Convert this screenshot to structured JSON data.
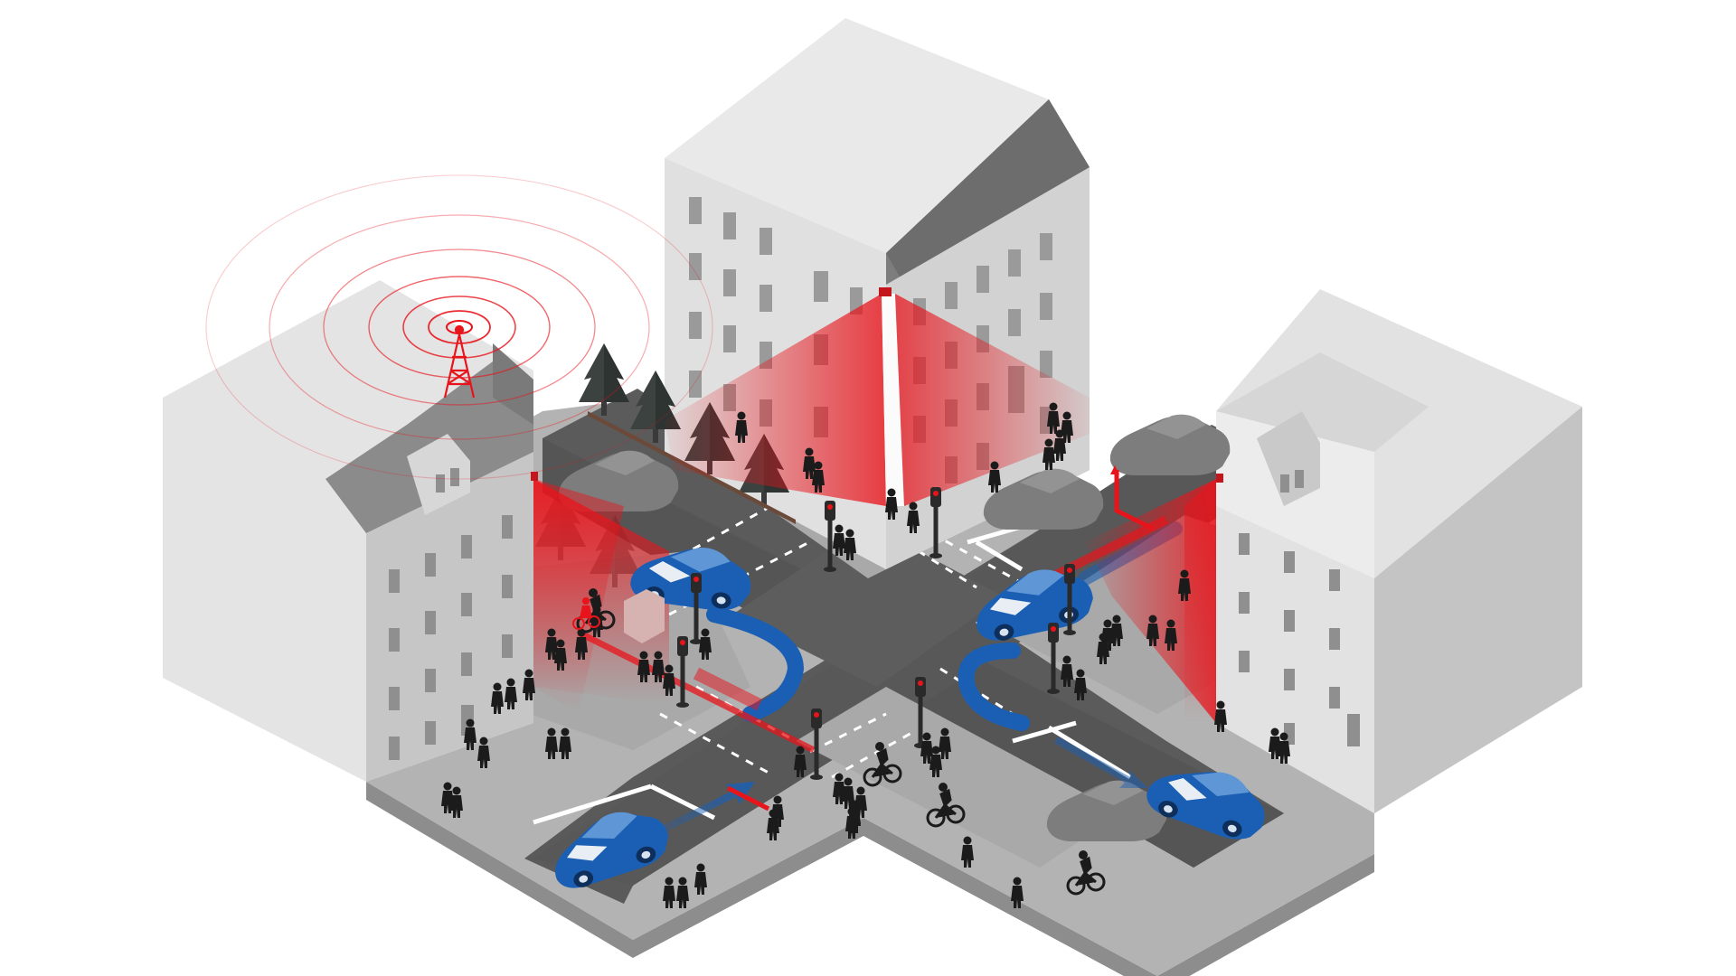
{
  "scene": {
    "kind": "isometric smart-intersection illustration",
    "colors": {
      "background": "#ffffff",
      "road": "#5b5b5b",
      "road_marking": "#ffffff",
      "sidewalk": "#a9a9a9",
      "building_light": "#e3e3e3",
      "building_mid": "#c8c8c8",
      "building_dark": "#8b8b8b",
      "sensor_red": "#e8141b",
      "vehicle_blue": "#1a5fb4",
      "path_blue": "#1a5fb4",
      "tree": "#3b3b3b",
      "people": "#1b1b1b"
    },
    "elements": {
      "antenna": "radio-tower-icon",
      "signal": "signal-waves",
      "sensors": [
        "sensor-corner-left",
        "sensor-corner-center",
        "sensor-corner-right"
      ],
      "vehicles_highlighted": 4,
      "vehicles_ghost": 4
    }
  }
}
